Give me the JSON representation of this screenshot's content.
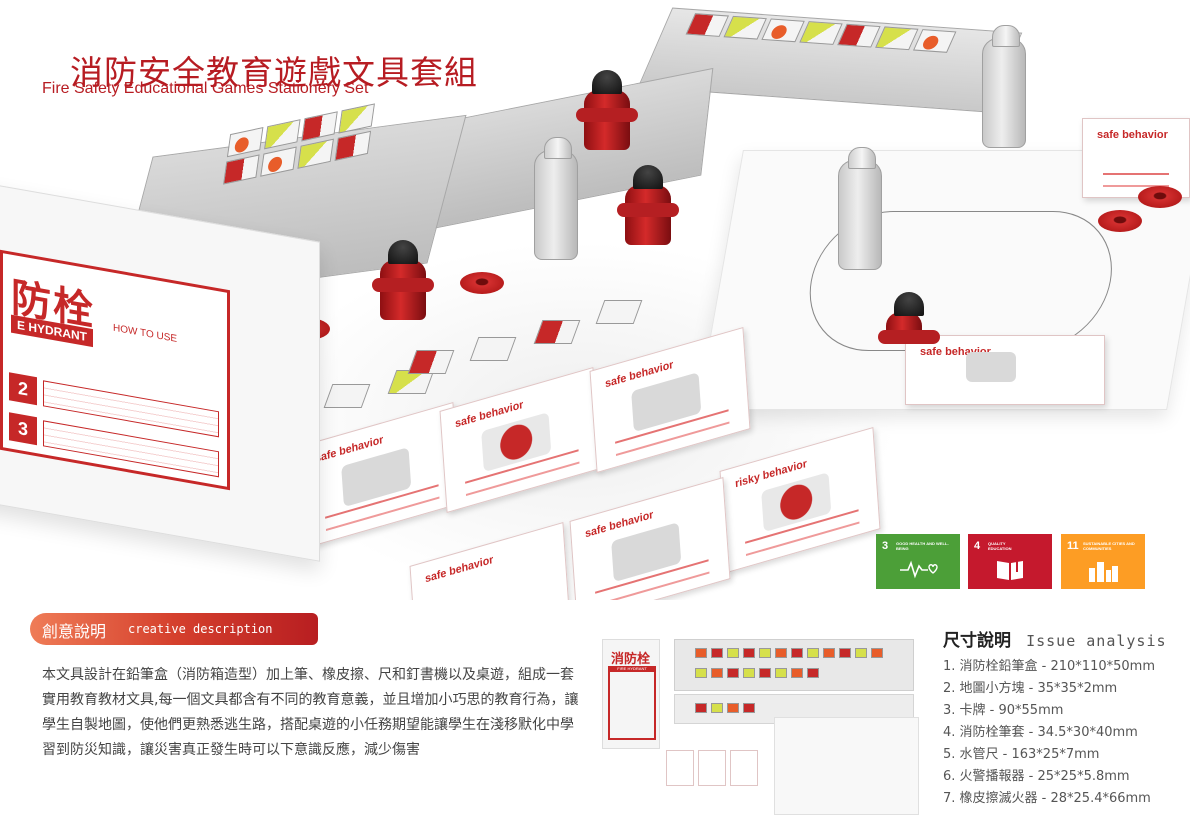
{
  "title": {
    "zh": "消防安全教育遊戲文具套組",
    "en": "Fire Safety Educational Games Stationery Set"
  },
  "scene": {
    "box_label": {
      "big_text": "防栓",
      "en_text": "E HYDRANT",
      "how_to": "HOW TO USE",
      "steps": [
        "2",
        "3"
      ]
    },
    "cards": [
      {
        "title": "safe behavior"
      },
      {
        "title": "safe behavior"
      },
      {
        "title": "safe behavior"
      },
      {
        "title": "risky behavior"
      },
      {
        "title": "safe behavior"
      },
      {
        "title": "safe behavior"
      }
    ],
    "board_card_title": "safe behavior",
    "board_top_card_title": "safe behavior"
  },
  "sdg": [
    {
      "num": "3",
      "text": "GOOD HEALTH AND WELL-BEING",
      "icon": "heartbeat-icon",
      "color": "#4c9f38"
    },
    {
      "num": "4",
      "text": "QUALITY EDUCATION",
      "icon": "book-icon",
      "color": "#c5192d"
    },
    {
      "num": "11",
      "text": "SUSTAINABLE CITIES AND COMMUNITIES",
      "icon": "city-icon",
      "color": "#fd9d24"
    }
  ],
  "creative": {
    "heading_zh": "創意說明",
    "heading_en": "creative description",
    "body": "本文具設計在鉛筆盒（消防箱造型）加上筆、橡皮擦、尺和釘書機以及桌遊，組成一套實用教育教材文具,每一個文具都含有不同的教育意義，並且增加小巧思的教育行為，讓學生自製地圖，使他們更熟悉逃生路，搭配桌遊的小任務期望能讓學生在淺移默化中學習到防災知識，讓災害真正發生時可以下意識反應，減少傷害"
  },
  "thumbnail": {
    "box_zh": "消防栓",
    "box_en": "FIRE HYDRANT"
  },
  "dimensions": {
    "heading_zh": "尺寸說明",
    "heading_en": "Issue analysis",
    "items": [
      "1. 消防栓鉛筆盒 - 210*110*50mm",
      "2. 地圖小方塊 - 35*35*2mm",
      "3. 卡牌 - 90*55mm",
      "4. 消防栓筆套 - 34.5*30*40mm",
      "5. 水管尺 - 163*25*7mm",
      "6. 火警播報器 - 25*25*5.8mm",
      "7. 橡皮擦滅火器 - 28*25.4*66mm"
    ]
  },
  "colors": {
    "brand_red": "#b71c22",
    "accent_orange": "#ef7c57"
  }
}
